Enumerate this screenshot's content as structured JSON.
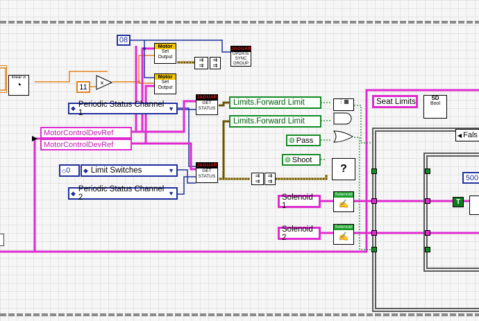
{
  "constants": {
    "top_num": "08",
    "mid_num": "11",
    "limit_index": "0",
    "case_num": "500"
  },
  "enums": {
    "periodic_status_1": "Periodic Status Channel 1",
    "limit_switches": "Limit Switches",
    "periodic_status_2": "Periodic Status Channel 2"
  },
  "refnums": {
    "motor_ref_1": "MotorControlDevRef",
    "motor_ref_2": "MotorControlDevRef"
  },
  "subvis": {
    "motor_1_header": "Motor",
    "motor_1_body": "Set Output",
    "motor_2_header": "Motor",
    "motor_2_body": "Set Output",
    "jaguar_update_header": "JAGUAR",
    "jaguar_update_body": "UPDATE SYNC GROUP",
    "jaguar_get_1_header": "JAGUAR",
    "jaguar_get_1_body": "GET STATUS",
    "jaguar_get_2_header": "JAGUAR",
    "jaguar_get_2_body": "GET STATUS",
    "linear_label": "linear vi",
    "solenoid_1_header": "Solenoid",
    "solenoid_2_header": "Solenoid",
    "bool_label": "Bool",
    "sd_label": "SD"
  },
  "indicators": {
    "forward_limit_1": "Limits.Forward Limit",
    "forward_limit_2": "Limits.Forward Limit",
    "pass": "Pass",
    "shoot": "Shoot",
    "seat_limits": "Seat Limits",
    "solenoid_1": "Solenoid 1",
    "solenoid_2": "Solenoid 2"
  },
  "case_structure": {
    "selector": "Fals",
    "true_const": "T"
  },
  "colors": {
    "refnum_wire": "#e02ad0",
    "boolean_wire": "#138a26",
    "numeric_wire": "#1e2f9a",
    "float_wire": "#e0821a",
    "cluster_wire": "#8a6d00"
  }
}
